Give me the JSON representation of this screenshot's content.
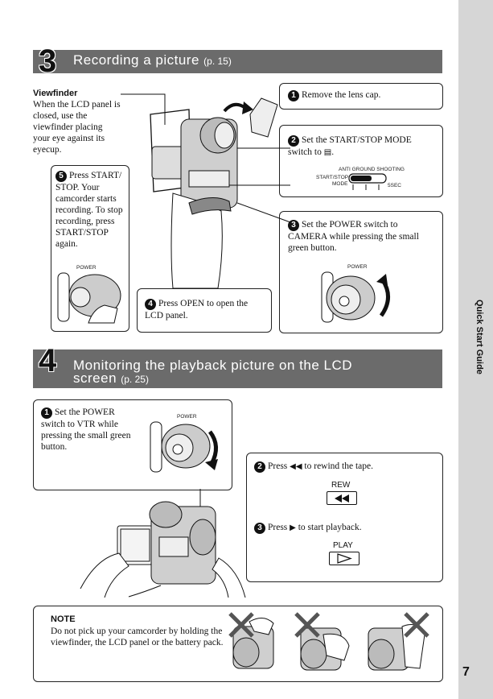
{
  "sidebar": {
    "label": "Quick Start Guide",
    "page_number": "7"
  },
  "section3": {
    "number": "3",
    "title": "Recording a picture",
    "ref": "(p. 15)",
    "viewfinder_title": "Viewfinder",
    "viewfinder_text": "When the LCD panel is closed, use the viewfinder placing your eye against its eyecup.",
    "step1": {
      "num": "1",
      "text": "Remove the lens cap."
    },
    "step2": {
      "num": "2",
      "text": "Set the START/STOP MODE switch to",
      "tail": "."
    },
    "switch_labels": {
      "top": "ANTI GROUND SHOOTING",
      "left_line1": "START/STOP",
      "left_line2": "MODE",
      "right": "5SEC"
    },
    "step3": {
      "num": "3",
      "text": "Set the POWER switch to CAMERA while pressing the small green button.",
      "dial_label": "POWER"
    },
    "step4": {
      "num": "4",
      "text": "Press OPEN to open the LCD panel."
    },
    "step5": {
      "num": "5",
      "text": "Press START/ STOP. Your camcorder starts recording. To stop recording, press START/STOP again.",
      "dial_label": "POWER"
    }
  },
  "section4": {
    "number": "4",
    "title_line1": "Monitoring the playback picture on the LCD",
    "title_line2": "screen",
    "ref": "(p. 25)",
    "step1": {
      "num": "1",
      "text": "Set the POWER switch to VTR while pressing the small green button.",
      "dial_label": "POWER"
    },
    "step2": {
      "num": "2",
      "text_before": "Press",
      "text_after": "to rewind the tape.",
      "button_label": "REW"
    },
    "step3": {
      "num": "3",
      "text_before": "Press",
      "text_after": "to start playback.",
      "button_label": "PLAY"
    }
  },
  "note": {
    "title": "NOTE",
    "text": "Do not pick up your camcorder by holding the viewfinder, the LCD panel or the battery pack."
  }
}
